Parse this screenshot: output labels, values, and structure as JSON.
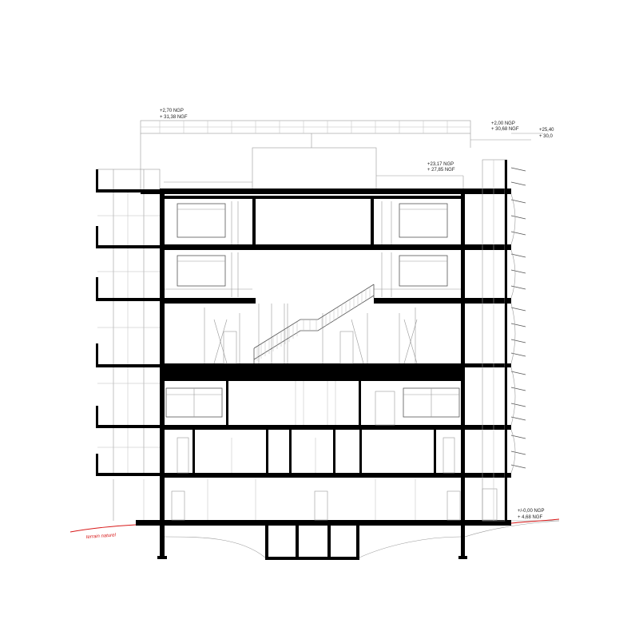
{
  "annotations": {
    "roof_upper_left": {
      "ngp": "+2,70 NGP",
      "ngf": "+ 31,38 NGF"
    },
    "roof_upper_right": {
      "ngp": "+2,00 NGP",
      "ngf": "+ 30,68 NGF"
    },
    "roof_edge_right": {
      "ngp": "+25,40",
      "ngf": "+ 30,0"
    },
    "roof_terrace": {
      "ngp": "+23,17 NGP",
      "ngf": "+ 27,85 NGF"
    },
    "ground_level": {
      "ngp": "+/-0,00 NGP",
      "ngf": "+ 4,68 NGF"
    },
    "natural_ground": "terrain naturel"
  },
  "colors": {
    "line": "#000000",
    "thin": "#9a9a9a",
    "terrain": "#d81818"
  }
}
